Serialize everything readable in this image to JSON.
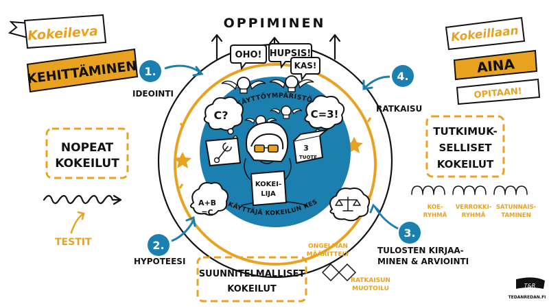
{
  "title": "OPPIMINEN",
  "banner_left": {
    "line1": "Kokeileva",
    "line2": "KEHITTÄMINEN"
  },
  "banner_right": {
    "line1": "Kokeillaan",
    "line2": "AINA",
    "line3": "OPITAAN!"
  },
  "steps": [
    {
      "number": "1.",
      "label": "IDEOINTI"
    },
    {
      "number": "2.",
      "label": "HYPOTEESI"
    },
    {
      "number": "3.",
      "label_line1": "TULOSTEN KIRJAA-",
      "label_line2": "MINEN & ARVIOINTI"
    },
    {
      "number": "4.",
      "label": "RATKAISU"
    }
  ],
  "bubbles": {
    "oho": "OHO!",
    "hupsis": "HUPSIS!",
    "kas": "KAS!"
  },
  "center": {
    "environment": "AITO KÄYTTÖYMPÄRISTÖ",
    "c_question": "C?",
    "c_answer": "C=3!",
    "product_number": "3",
    "product_label": "TUOTE",
    "equation_line1": "A+B",
    "equation_line2": "=C",
    "person_sign_line1": "KOKEI-",
    "person_sign_line2": "LIJA",
    "caption": "KÄYTTÄJÄ KOKEILUN KESKIÖSSÄ"
  },
  "nopeat": {
    "line1": "NOPEAT",
    "line2": "KOKEILUT",
    "tests_label": "TESTIT"
  },
  "tutkimus": {
    "line1": "TUTKIMUK-",
    "line2": "SELLISET",
    "line3": "KOKEILUT",
    "groups": [
      {
        "line1": "KOE-",
        "line2": "RYHMÄ"
      },
      {
        "line1": "VERROKKI-",
        "line2": "RYHMÄ"
      },
      {
        "line1": "SATUNNAIS-",
        "line2": "TAMINEN"
      }
    ]
  },
  "suunnitelmalliset": {
    "line1": "SUUNNITELMALLISET",
    "line2": "KOKEILUT",
    "problem_line1": "ONGELMAN",
    "problem_line2": "MÄÄRITTELY",
    "solution_line1": "RATKAISUN",
    "solution_line2": "MUOTOILU"
  },
  "footer_logo": "TEDANREDAN.FI",
  "colors": {
    "orange": "#E8A21F",
    "blue": "#1B7FB0",
    "ink": "#111111",
    "paper": "#ffffff"
  }
}
